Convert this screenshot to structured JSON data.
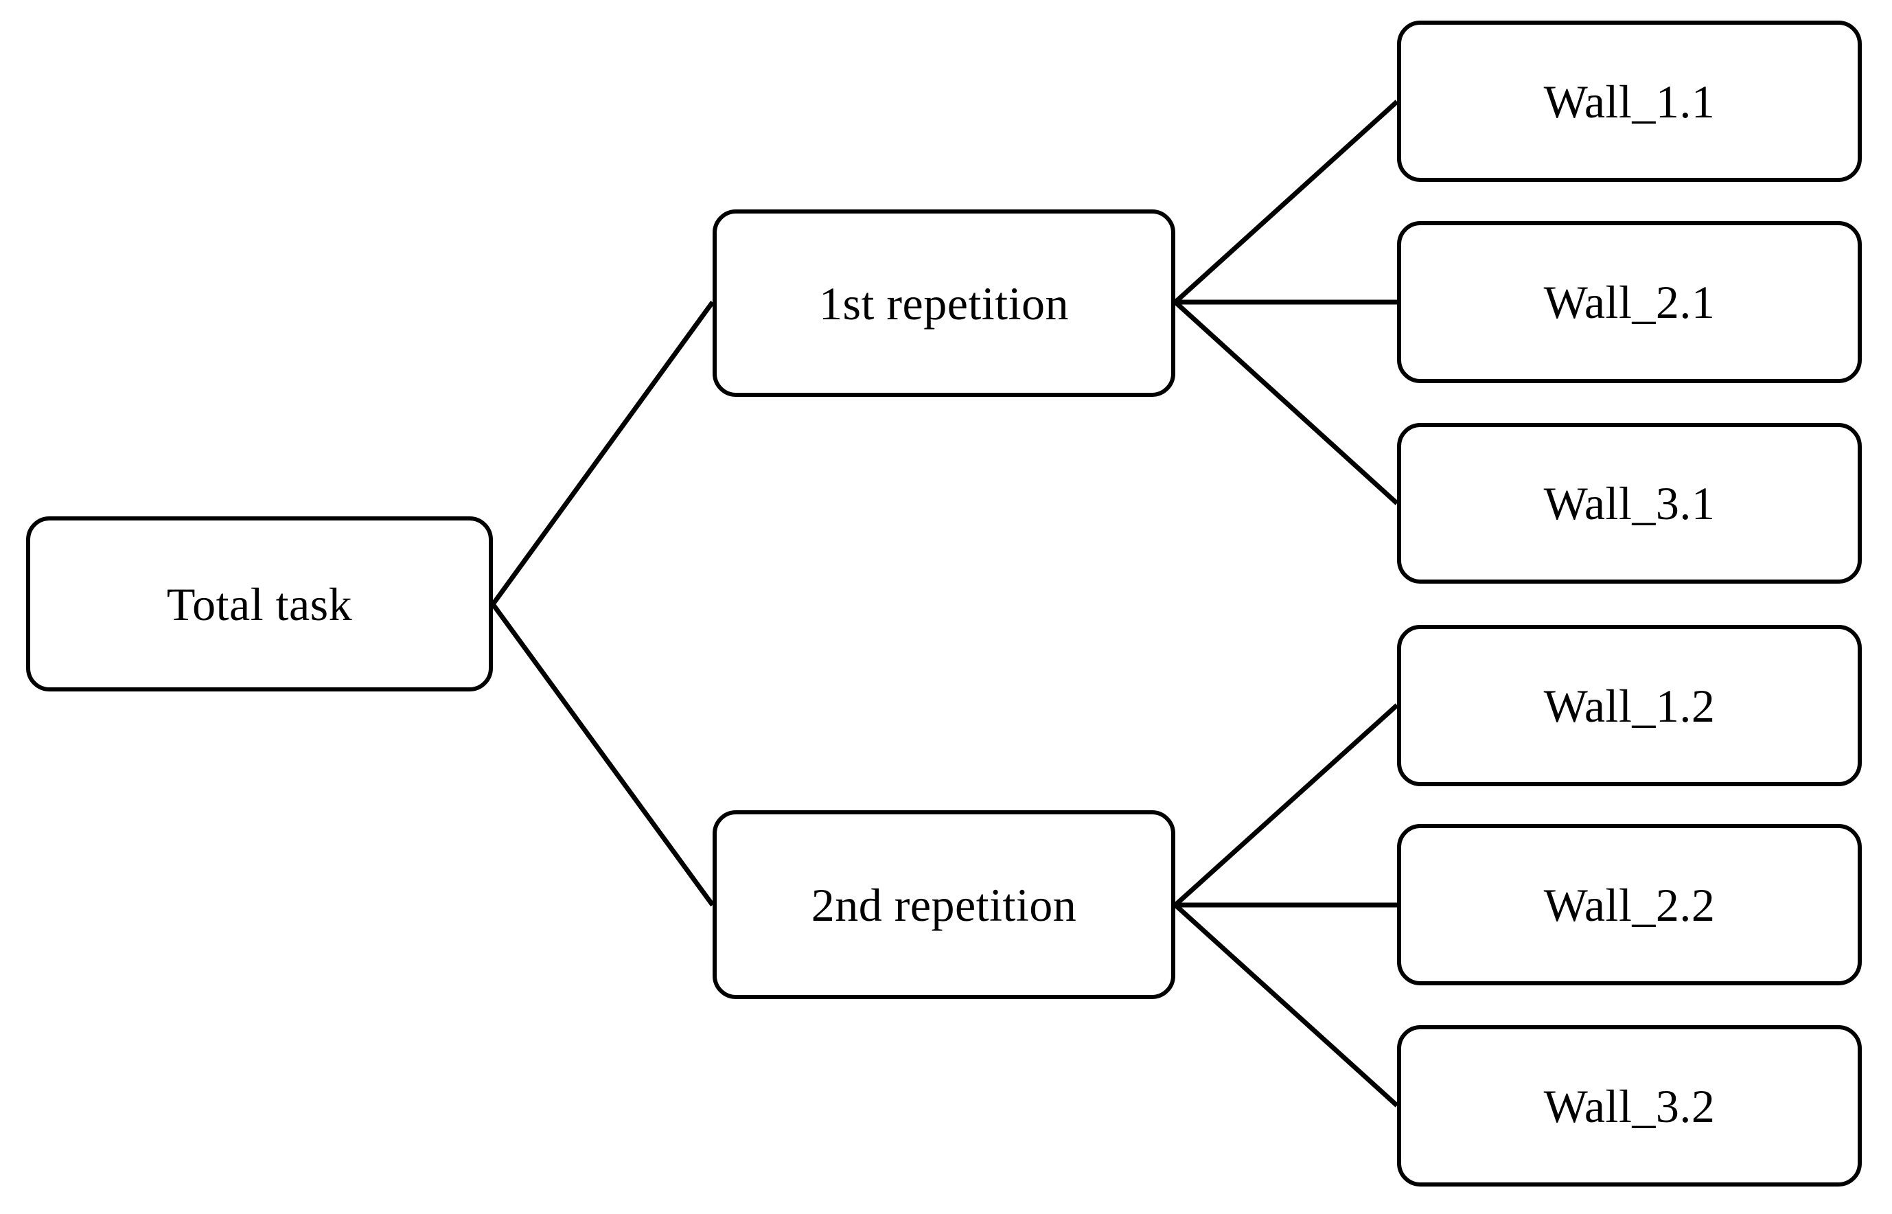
{
  "diagram": {
    "type": "tree",
    "orientation": "left-to-right",
    "background_color": "#ffffff",
    "stroke_color": "#000000",
    "text_color": "#000000",
    "nodes": {
      "root": {
        "id": "total-task",
        "label": "Total task"
      },
      "rep1": {
        "id": "first-repetition",
        "label": "1st repetition"
      },
      "rep2": {
        "id": "second-repetition",
        "label": "2nd repetition"
      },
      "w11": {
        "id": "wall-1-1",
        "label": "Wall_1.1"
      },
      "w21": {
        "id": "wall-2-1",
        "label": "Wall_2.1"
      },
      "w31": {
        "id": "wall-3-1",
        "label": "Wall_3.1"
      },
      "w12": {
        "id": "wall-1-2",
        "label": "Wall_1.2"
      },
      "w22": {
        "id": "wall-2-2",
        "label": "Wall_2.2"
      },
      "w32": {
        "id": "wall-3-2",
        "label": "Wall_3.2"
      }
    },
    "edges": [
      {
        "from": "total-task",
        "to": "first-repetition"
      },
      {
        "from": "total-task",
        "to": "second-repetition"
      },
      {
        "from": "first-repetition",
        "to": "wall-1-1"
      },
      {
        "from": "first-repetition",
        "to": "wall-2-1"
      },
      {
        "from": "first-repetition",
        "to": "wall-3-1"
      },
      {
        "from": "second-repetition",
        "to": "wall-1-2"
      },
      {
        "from": "second-repetition",
        "to": "wall-2-2"
      },
      {
        "from": "second-repetition",
        "to": "wall-3-2"
      }
    ]
  }
}
